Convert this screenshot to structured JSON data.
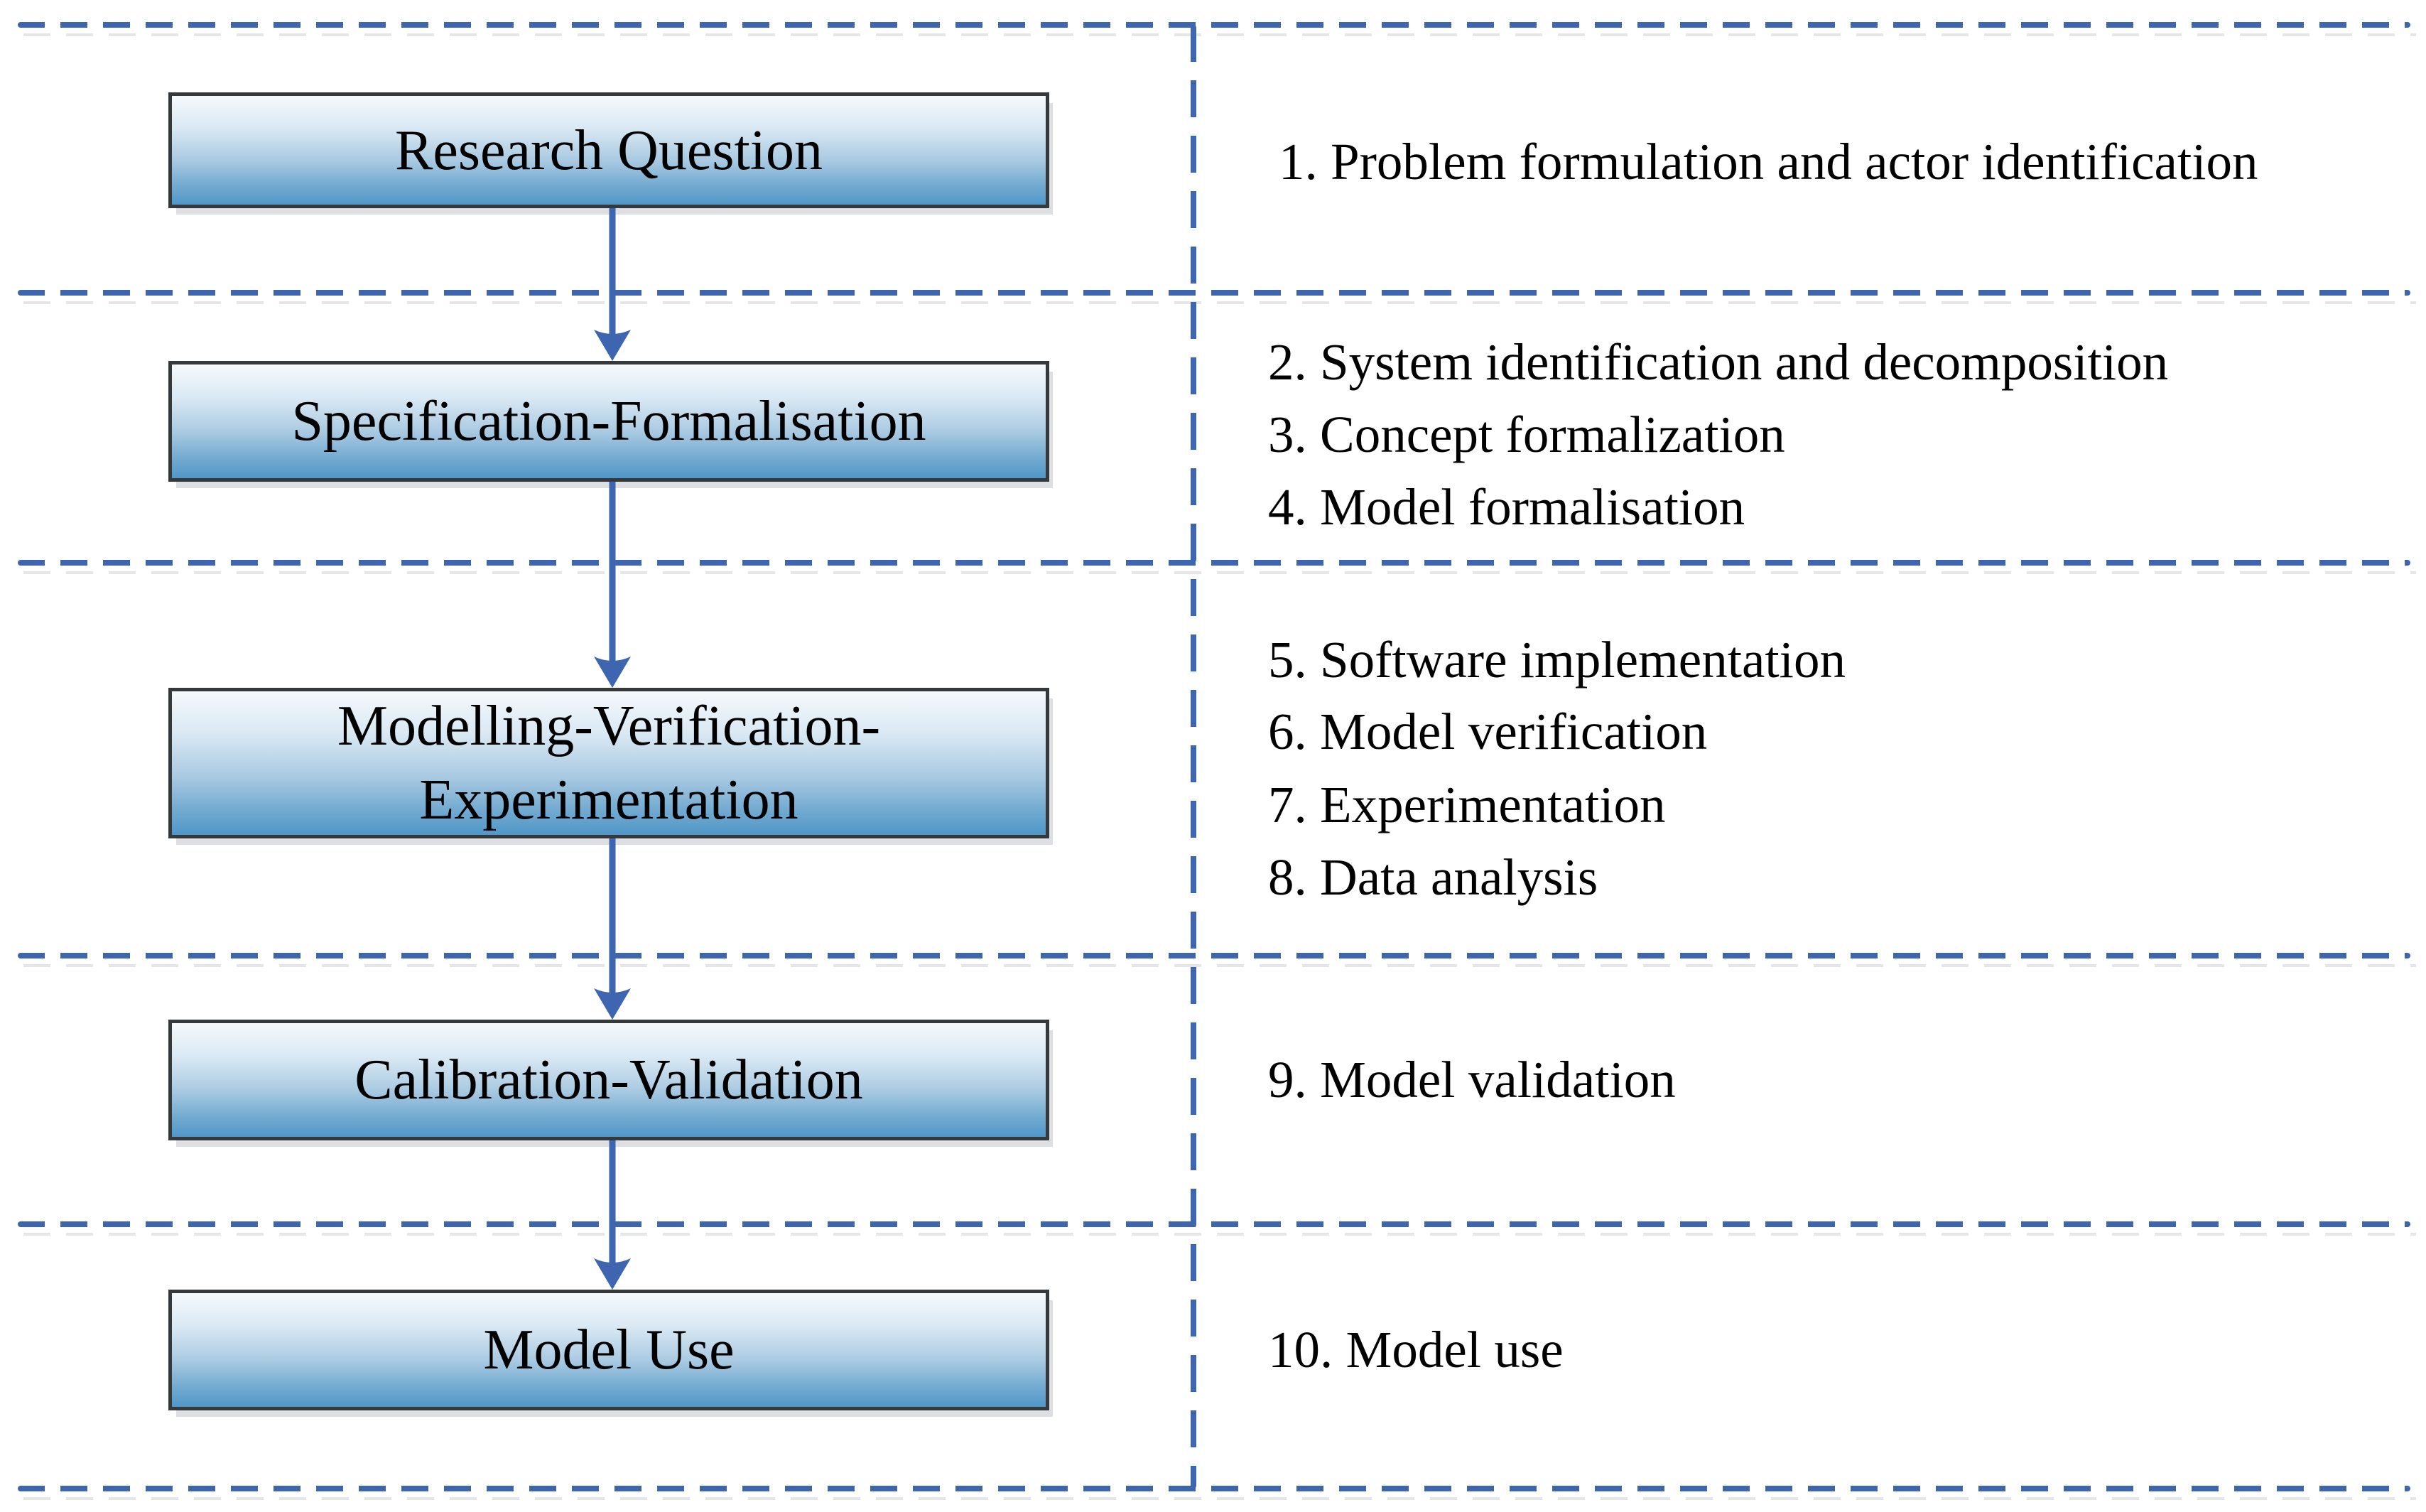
{
  "boxes": [
    {
      "id": "research-question",
      "lines": [
        "Research Question"
      ]
    },
    {
      "id": "specification-formalisation",
      "lines": [
        "Specification-Formalisation"
      ]
    },
    {
      "id": "modelling-verification-experimentation",
      "lines": [
        "Modelling-Verification-",
        "Experimentation"
      ]
    },
    {
      "id": "calibration-validation",
      "lines": [
        "Calibration-Validation"
      ]
    },
    {
      "id": "model-use",
      "lines": [
        "Model Use"
      ]
    }
  ],
  "steps": [
    {
      "text": "1. Problem formulation and actor identification"
    },
    {
      "text": "2. System identification and decomposition"
    },
    {
      "text": "3. Concept formalization"
    },
    {
      "text": "4. Model formalisation"
    },
    {
      "text": "5. Software implementation"
    },
    {
      "text": "6. Model verification"
    },
    {
      "text": "7. Experimentation"
    },
    {
      "text": "8. Data analysis"
    },
    {
      "text": "9. Model validation"
    },
    {
      "text": "10. Model use"
    }
  ],
  "colors": {
    "accent_blue": "#3e65af",
    "box_border": "#35393c",
    "box_grad_top": "#f5f9fc",
    "box_grad_mid": "#a8c9e1",
    "box_grad_bottom": "#5097c8",
    "shadow_gray": "#c4c8cc",
    "text_color": "#000000"
  }
}
